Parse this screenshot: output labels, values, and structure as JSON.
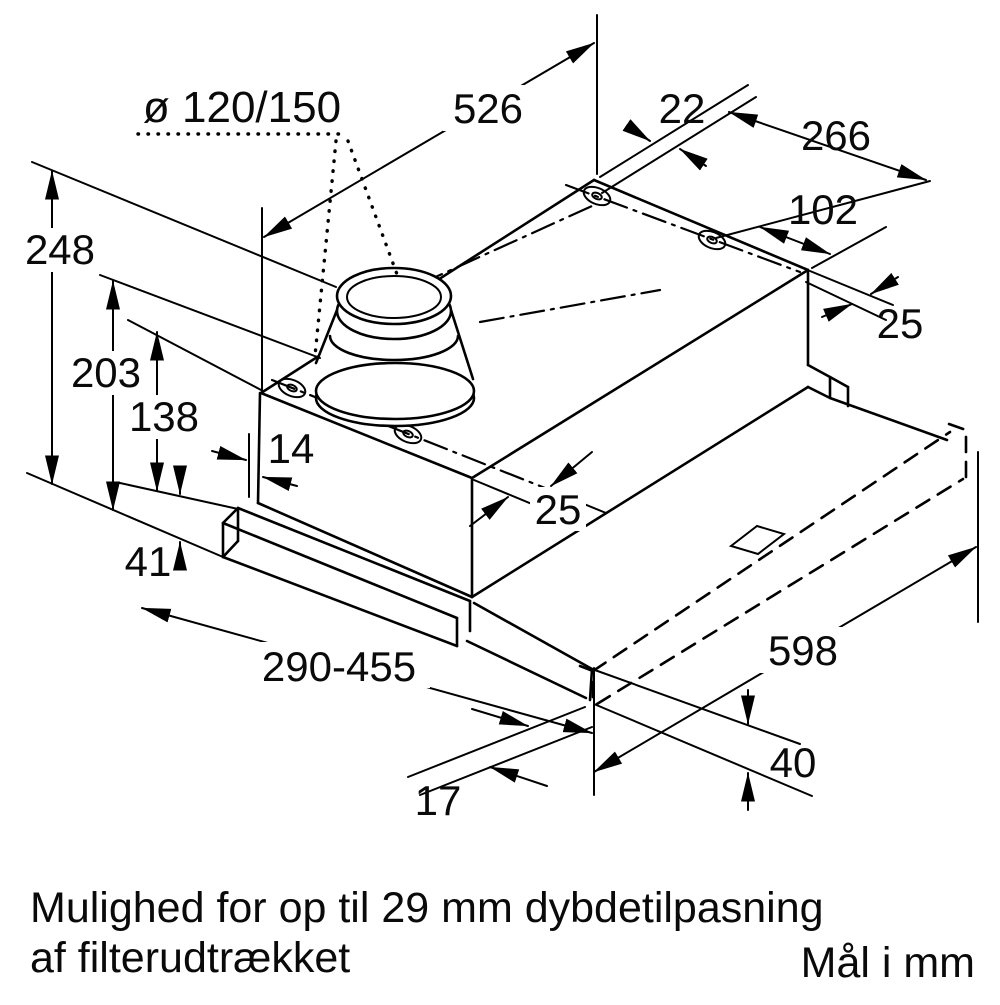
{
  "diagram": {
    "title": "Cooker hood installation dimension drawing",
    "dims": {
      "duct_diameter": "ø 120/150",
      "top_width": "526",
      "keyhole_offset_left": "22",
      "keyhole_spacing": "266",
      "keyhole_offset_corner": "102",
      "keyhole_inset_rear": "25",
      "total_height": "248",
      "height_to_top": "203",
      "height_inner": "138",
      "front_offset": "14",
      "keyhole_inset_front": "25",
      "visor_height": "41",
      "depth_range": "290-455",
      "pullout_width": "598",
      "pullout_thickness": "40",
      "pullout_bottom_offset": "17"
    },
    "notes": {
      "line1": "Mulighed for op til 29 mm dybdetilpasning",
      "line2": "af filterudtrækket",
      "units": "Mål i mm"
    },
    "colors": {
      "line": "#000000",
      "background": "#ffffff"
    }
  }
}
